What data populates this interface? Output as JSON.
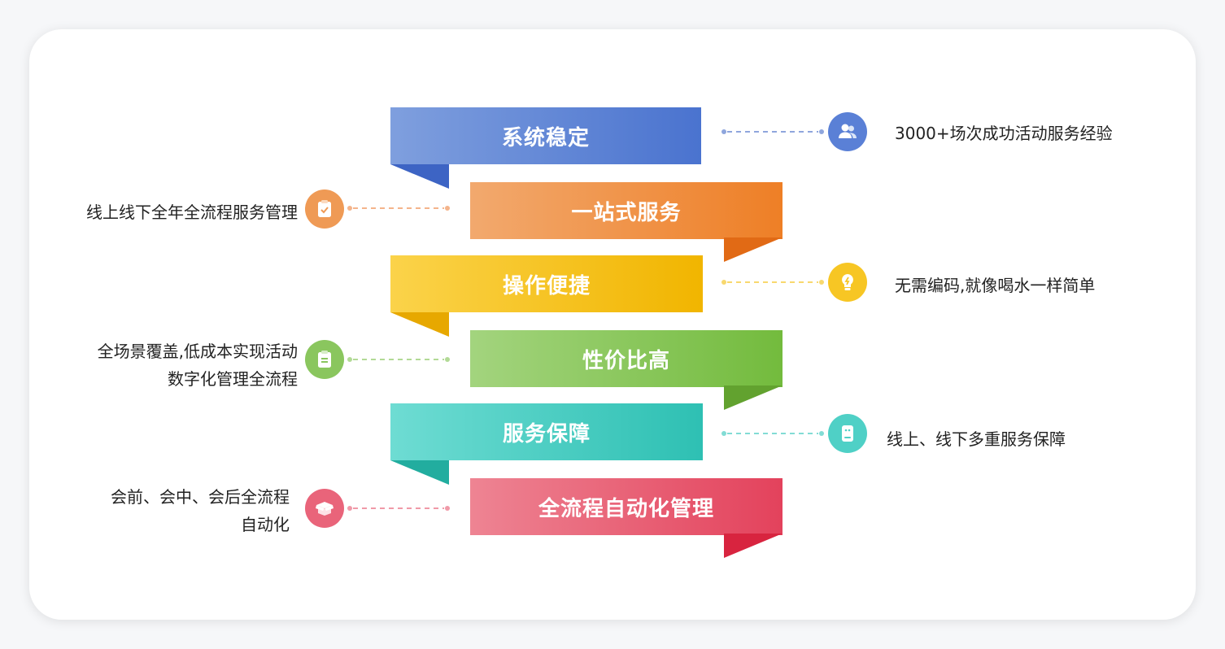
{
  "features": [
    {
      "title": "系统稳定",
      "desc": [
        "3000+场次成功活动服务经验"
      ],
      "icon": "users-icon",
      "color": "#4f78d2"
    },
    {
      "title": "一站式服务",
      "desc": [
        "线上线下全年全流程服务管理"
      ],
      "icon": "clipboard-check-icon",
      "color": "#ef8a3c"
    },
    {
      "title": "操作便捷",
      "desc": [
        "无需编码,就像喝水一样简单"
      ],
      "icon": "lightbulb-icon",
      "color": "#f6c21a"
    },
    {
      "title": "性价比高",
      "desc": [
        "全场景覆盖,低成本实现活动",
        "数字化管理全流程"
      ],
      "icon": "clipboard-list-icon",
      "color": "#84c45a"
    },
    {
      "title": "服务保障",
      "desc": [
        "线上、线下多重服务保障"
      ],
      "icon": "tablet-smile-icon",
      "color": "#3fcbc0"
    },
    {
      "title": "全流程自动化管理",
      "desc": [
        "会前、会中、会后全流程",
        "自动化"
      ],
      "icon": "box-open-icon",
      "color": "#e9546b"
    }
  ]
}
